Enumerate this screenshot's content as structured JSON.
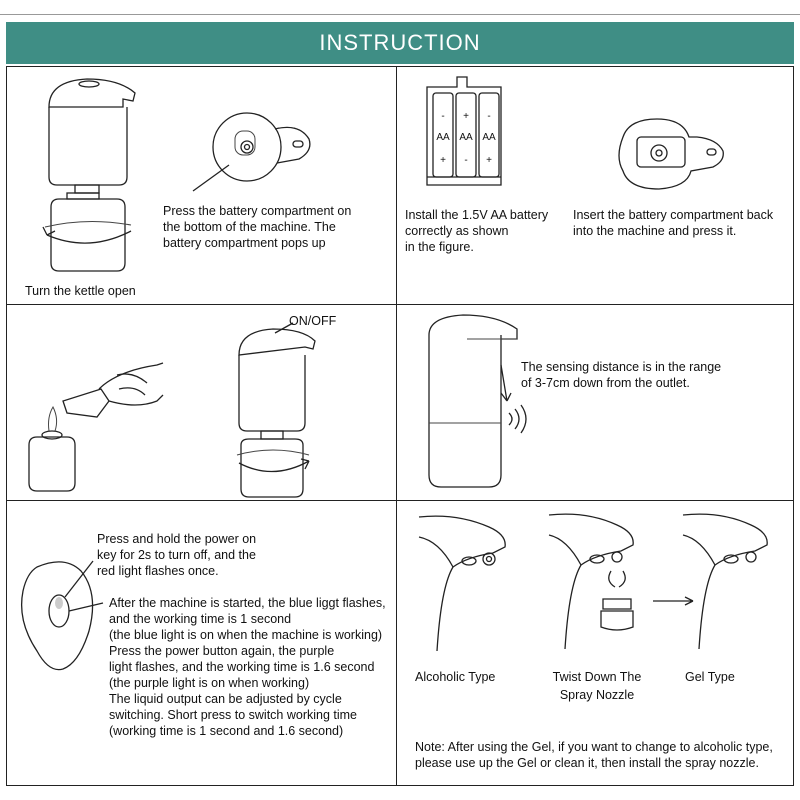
{
  "header": {
    "title": "INSTRUCTION"
  },
  "step1": {
    "caption": "Turn the kettle open"
  },
  "step2": {
    "lines": [
      "Press the battery compartment on",
      "the bottom of the machine. The",
      "battery compartment pops up"
    ]
  },
  "step3": {
    "lines": [
      "Install the 1.5V AA battery",
      "correctly as shown",
      "in the figure."
    ],
    "battery_label": "AA",
    "plus": "+",
    "minus": "-"
  },
  "step4": {
    "lines": [
      "Insert the battery compartment back",
      "into the machine and press it."
    ]
  },
  "step5": {
    "onoff_label": "ON/OFF"
  },
  "step6": {
    "lines": [
      "The sensing distance is in the range",
      "of 3-7cm down from the outlet."
    ]
  },
  "power": {
    "hold_lines": [
      "Press and hold the power on",
      "key for 2s to turn off, and the",
      "red light flashes once."
    ],
    "details": [
      "After the machine is started, the blue liggt flashes,",
      "and the working time is 1 second",
      "(the blue light is on when the machine is working)",
      "Press the power button again, the purple",
      "light flashes, and the working time is 1.6 second",
      "(the purple light is on when working)",
      "The liquid output can be adjusted by cycle",
      "switching. Short press to switch working time",
      "(working time is 1 second and 1.6 second)"
    ]
  },
  "nozzle": {
    "alcoholic": "Alcoholic Type",
    "twist_lines": [
      "Twist Down The",
      "Spray Nozzle"
    ],
    "gel": "Gel Type",
    "note_lines": [
      "Note: After using the Gel, if you want to change to alcoholic type,",
      "please use up the Gel or clean it, then install the spray nozzle."
    ]
  }
}
